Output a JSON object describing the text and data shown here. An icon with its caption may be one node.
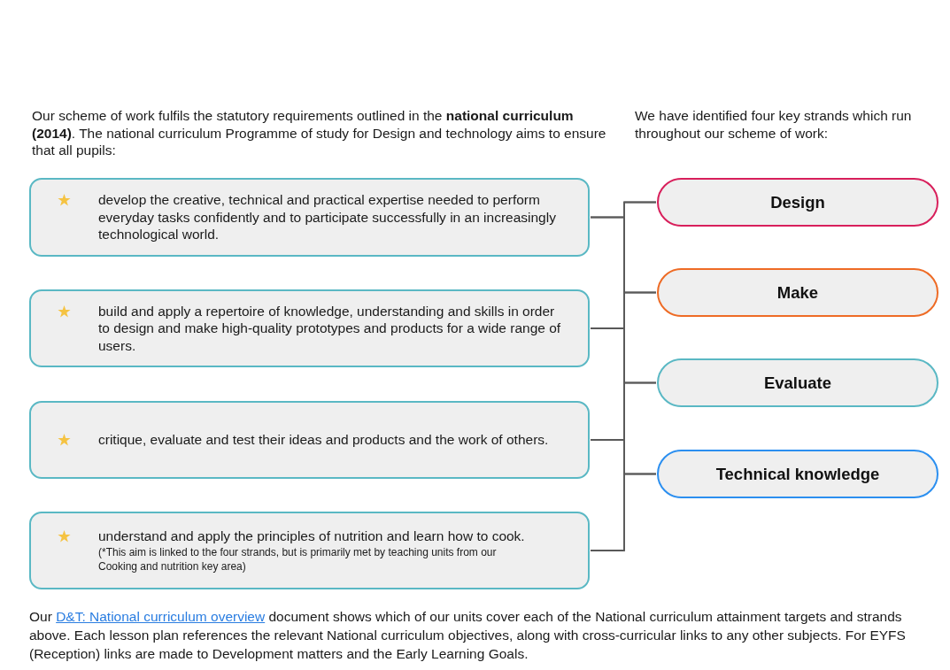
{
  "diagram": {
    "nodes": [
      {
        "text": [
          "develop the creative, technical and practical expertise needed to perform everyday tasks confidently and to participate successfully in an increasingly technological world."
        ]
      },
      {
        "text": [
          "build and apply a repertoire of knowledge, understanding and skills in order to design and make high-quality prototypes and products for a wide range of users."
        ]
      },
      {
        "text": [
          "critique, evaluate and test their ideas and products and the work of others."
        ]
      },
      {
        "text": [
          "understand and apply the principles of nutrition and learn how to cook.",
          "(*This aim is linked to the four strands, but is primarily met by teaching units from our Cooking and nutrition key area)"
        ]
      },
      {
        "text": [
          "Design"
        ]
      },
      {
        "text": [
          "Make"
        ]
      },
      {
        "text": [
          "Evaluate"
        ]
      },
      {
        "text": [
          "Technical knowledge"
        ]
      }
    ],
    "edges": [
      {
        "from": 0,
        "to": 4,
        "arrow": "none"
      },
      {
        "from": 0,
        "to": 5,
        "arrow": "none"
      },
      {
        "from": 0,
        "to": 6,
        "arrow": "none"
      },
      {
        "from": 0,
        "to": 7,
        "arrow": "none"
      },
      {
        "from": 1,
        "to": 4,
        "arrow": "none"
      },
      {
        "from": 1,
        "to": 5,
        "arrow": "none"
      },
      {
        "from": 1,
        "to": 6,
        "arrow": "none"
      },
      {
        "from": 1,
        "to": 7,
        "arrow": "none"
      },
      {
        "from": 2,
        "to": 4,
        "arrow": "none"
      },
      {
        "from": 2,
        "to": 5,
        "arrow": "none"
      },
      {
        "from": 2,
        "to": 6,
        "arrow": "none"
      },
      {
        "from": 2,
        "to": 7,
        "arrow": "none"
      },
      {
        "from": 3,
        "to": 4,
        "arrow": "none"
      },
      {
        "from": 3,
        "to": 5,
        "arrow": "none"
      },
      {
        "from": 3,
        "to": 6,
        "arrow": "none"
      },
      {
        "from": 3,
        "to": 7,
        "arrow": "none"
      }
    ],
    "labels": [
      "Our scheme of work fulfils the statutory requirements outlined in the **national curriculum (2014)**. The national curriculum Programme of study for Design and technology aims to ensure that all pupils:",
      "We have identified four key strands which run throughout our scheme of work:",
      "Our",
      "D&T: National curriculum overview",
      "document shows which of our units cover each of the National curriculum attainment targets and strands above. Each lesson plan references the relevant National curriculum objectives, along with cross-curricular links to any other subjects. For EYFS (Reception) links are made to Development matters and the Early Learning Goals."
    ]
  }
}
